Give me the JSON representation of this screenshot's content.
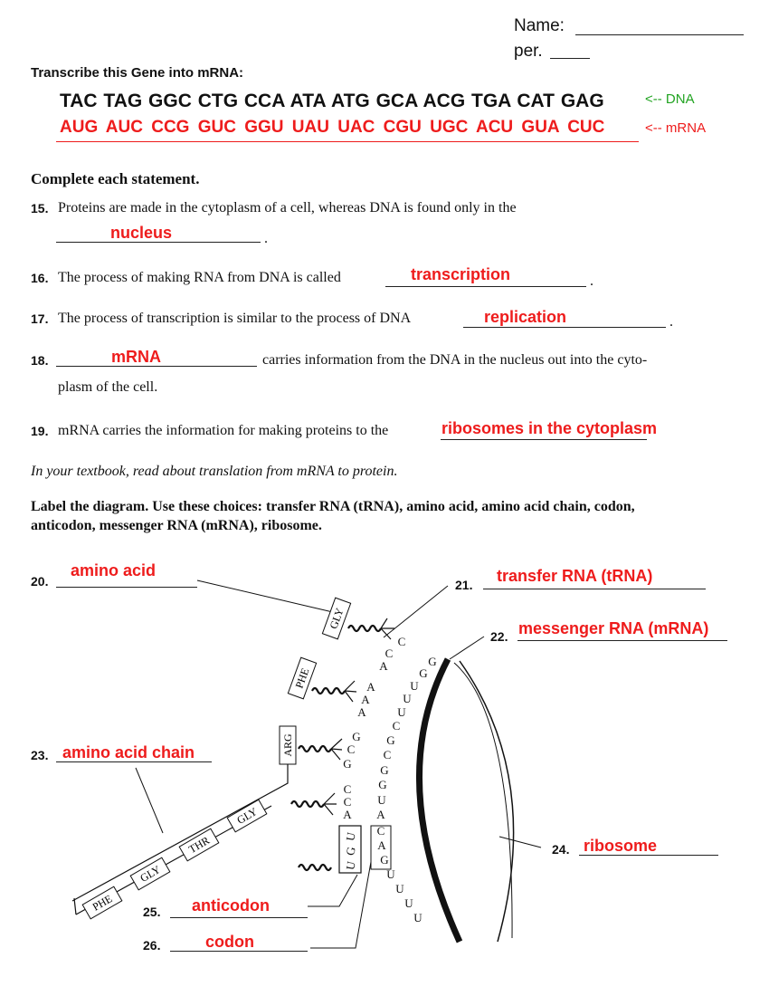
{
  "header": {
    "name_label": "Name:",
    "per_label": "per."
  },
  "gene": {
    "instruction": "Transcribe this Gene into mRNA:",
    "dna": "TAC TAG GGC CTG CCA ATA ATG GCA ACG TGA CAT GAG",
    "dna_tag": "<-- DNA",
    "mrna": "AUG AUC CCG GUC GGU UAU UAC CGU UGC ACU GUA CUC",
    "mrna_tag": "<-- mRNA"
  },
  "section": {
    "heading": "Complete each statement."
  },
  "questions": [
    {
      "num": "15.",
      "text": "Proteins are made in the cytoplasm of a cell, whereas DNA is found only in the",
      "answer": "nucleus"
    },
    {
      "num": "16.",
      "text": "The process of making RNA from DNA is called",
      "answer": "transcription"
    },
    {
      "num": "17.",
      "text": "The process of transcription is similar to the process of DNA",
      "answer": "replication"
    },
    {
      "num": "18.",
      "text": "carries information from the DNA in the nucleus out into the cyto-",
      "text2": "plasm of the cell.",
      "answer": "mRNA"
    },
    {
      "num": "19.",
      "text": "mRNA carries the information for making proteins to the",
      "answer": "ribosomes in the cytoplasm"
    }
  ],
  "textbook_note": "In your textbook, read about translation from mRNA to protein.",
  "diagram_instruction": {
    "line1": "Label the diagram. Use these choices: transfer RNA (tRNA), amino acid, amino acid chain, codon,",
    "line2": "anticodon, messenger RNA (mRNA), ribosome."
  },
  "labels": [
    {
      "num": "20.",
      "answer": "amino acid"
    },
    {
      "num": "21.",
      "answer": "transfer RNA (tRNA)"
    },
    {
      "num": "22.",
      "answer": "messenger RNA (mRNA)"
    },
    {
      "num": "23.",
      "answer": "amino acid chain"
    },
    {
      "num": "24.",
      "answer": "ribosome"
    },
    {
      "num": "25.",
      "answer": "anticodon"
    },
    {
      "num": "26.",
      "answer": "codon"
    }
  ],
  "diagram": {
    "chain_amino_acids": [
      "PHE",
      "GLY",
      "THR",
      "GLY"
    ],
    "trna_amino_acids": [
      "GLY",
      "PHE",
      "ARG"
    ],
    "anticodon_letters": [
      [
        "C",
        "C",
        "A"
      ],
      [
        "A",
        "A",
        "A"
      ],
      [
        "G",
        "C",
        "G"
      ],
      [
        "C",
        "C",
        "A"
      ],
      [
        "U",
        "G",
        "U"
      ]
    ],
    "mrna_bases": [
      "G",
      "G",
      "U",
      "U",
      "U",
      "C",
      "G",
      "C",
      "G",
      "G",
      "U",
      "A",
      "C",
      "A",
      "G",
      "U",
      "U",
      "U",
      "U"
    ]
  }
}
